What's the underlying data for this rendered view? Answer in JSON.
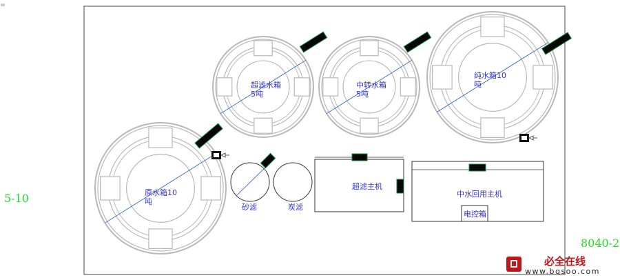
{
  "corner_label": "㎜",
  "side_labels": {
    "left": "5-10",
    "right": "8040-2"
  },
  "tanks": {
    "ultra_tank": {
      "name": "超滤水箱",
      "capacity": "5吨",
      "dim": "Φ1875"
    },
    "middle_tank": {
      "name": "中转水箱",
      "capacity": "5吨",
      "dim": "Φ1875"
    },
    "pure_tank": {
      "name": "纯水箱10",
      "capacity": "吨",
      "dim": "Φ2400"
    },
    "raw_tank": {
      "name": "原水箱10",
      "capacity": "吨",
      "dim": "Φ2400"
    }
  },
  "filters": {
    "sand": {
      "name": "砂滤",
      "dim": "Φ75"
    },
    "carbon": {
      "name": "炭滤"
    }
  },
  "machines": {
    "ultra_host": {
      "name": "超滤主机",
      "width_dim": "180",
      "height_dim": "80"
    },
    "reuse_host": {
      "name": "中水回用主机",
      "width_dim": "260"
    },
    "control_box": {
      "name": "电控箱"
    }
  },
  "watermark": {
    "brand": "必全在线",
    "url": "www.bqsoo.com"
  },
  "colors": {
    "frame": "#444444",
    "tank_stroke": "#b8b8b8",
    "label_blue": "#3333cc",
    "dim_tag": "#1a8a3a",
    "side_green": "#22dd22",
    "logo_red": "#c0141c"
  }
}
